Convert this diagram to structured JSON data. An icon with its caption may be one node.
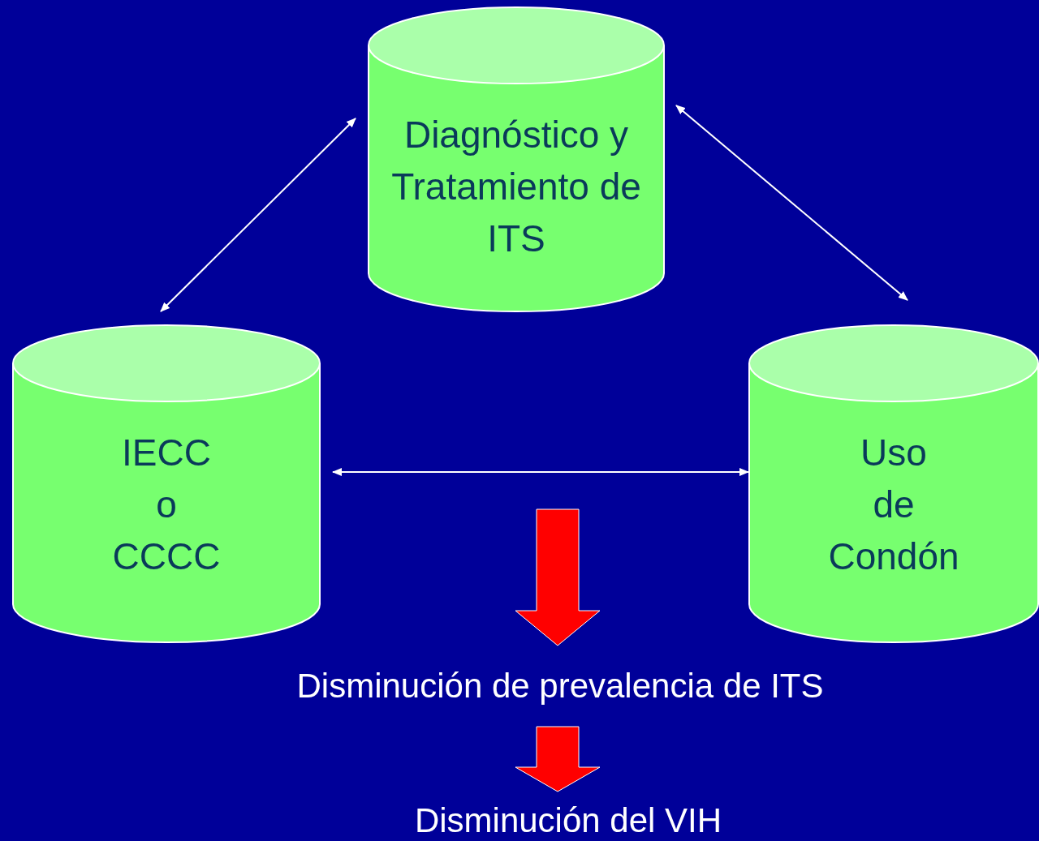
{
  "diagram": {
    "nodes": [
      {
        "text": [
          "Diagnóstico y Tratamiento de ITS"
        ]
      },
      {
        "text": [
          "IECC o CCCC"
        ]
      },
      {
        "text": [
          "Uso de Condón"
        ]
      },
      {
        "text": [
          "Disminución de prevalencia de ITS"
        ]
      },
      {
        "text": [
          "Disminución del VIH"
        ]
      }
    ],
    "edges": [
      {
        "from": 1,
        "to": 0,
        "arrow": "both"
      },
      {
        "from": 0,
        "to": 2,
        "arrow": "both"
      },
      {
        "from": 1,
        "to": 2,
        "arrow": "both"
      },
      {
        "from": null,
        "to": 3,
        "arrow": "to",
        "style": "thick",
        "color": "#ff0000"
      },
      {
        "from": 3,
        "to": 4,
        "arrow": "to",
        "style": "thick",
        "color": "#ff0000"
      }
    ]
  }
}
